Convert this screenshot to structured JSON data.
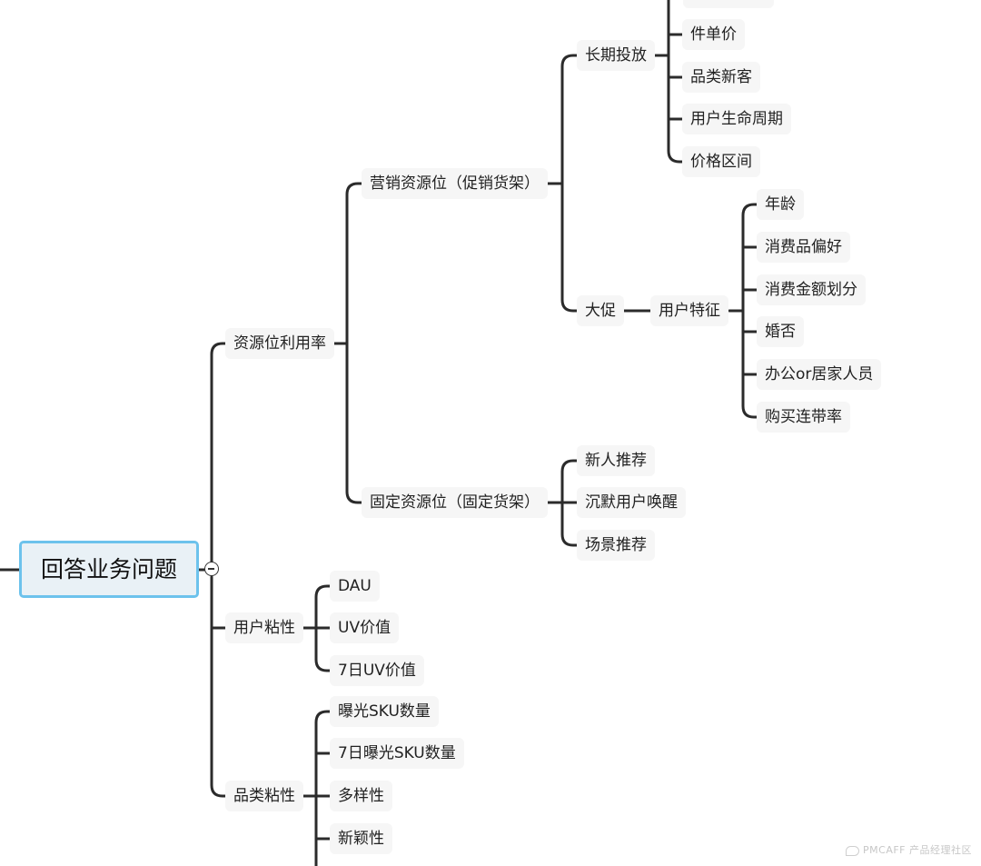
{
  "root": {
    "label": "回答业务问题"
  },
  "branches": {
    "resource": {
      "label": "资源位利用率",
      "marketing": {
        "label": "营销资源位（促销货架）",
        "longterm": {
          "label": "长期投放",
          "items": [
            "件单价",
            "品类新客",
            "用户生命周期",
            "价格区间"
          ]
        },
        "bigsale": {
          "label": "大促",
          "features": {
            "label": "用户特征",
            "items": [
              "年龄",
              "消费品偏好",
              "消费金额划分",
              "婚否",
              "办公or居家人员",
              "购买连带率"
            ]
          }
        }
      },
      "fixed": {
        "label": "固定资源位（固定货架）",
        "items": [
          "新人推荐",
          "沉默用户唤醒",
          "场景推荐"
        ]
      }
    },
    "stickiness": {
      "label": "用户粘性",
      "items": [
        "DAU",
        "UV价值",
        "7日UV价值"
      ]
    },
    "category": {
      "label": "品类粘性",
      "items": [
        "曝光SKU数量",
        "7日曝光SKU数量",
        "多样性",
        "新颖性"
      ]
    }
  },
  "watermark": "PMCAFF 产品经理社区",
  "colors": {
    "root_border": "#6cc2ec",
    "root_fill": "#e9f1f6",
    "line": "#2b2b2b"
  }
}
